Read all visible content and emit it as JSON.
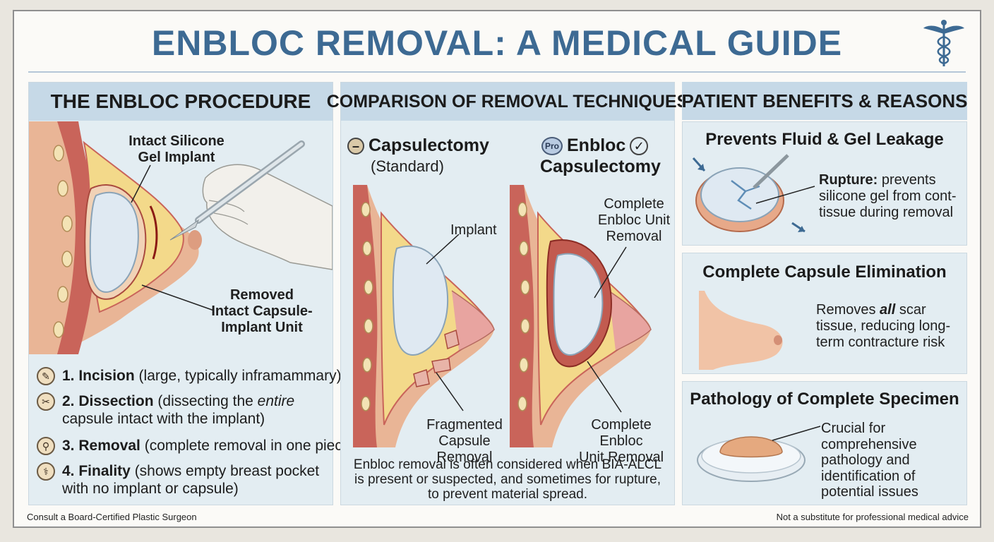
{
  "title": "ENBLOC REMOVAL: A MEDICAL GUIDE",
  "panel1": {
    "header": "THE ENBLOC PROCEDURE",
    "label_implant_line1": "Intact Silicone",
    "label_implant_line2": "Gel Implant",
    "label_removed_line1": "Removed",
    "label_removed_line2": "Intact Capsule-",
    "label_removed_line3": "Implant Unit",
    "steps": [
      {
        "title": "1. Incision",
        "rest": " (large, typically inframammary)",
        "rest2": ""
      },
      {
        "title": "2. Dissection",
        "rest": " (dissecting the ",
        "em": "entire",
        "rest2": "capsule intact with the implant)"
      },
      {
        "title": "3. Removal",
        "rest": " (complete removal in one piece)",
        "rest2": ""
      },
      {
        "title": "4. Finality",
        "rest": " (shows empty breast pocket",
        "rest2": "with no implant or capsule)"
      }
    ]
  },
  "panel2": {
    "header": "COMPARISON OF REMOVAL TECHNIQUES",
    "left_title": "Capsulectomy",
    "left_sub": "(Standard)",
    "right_badge": "Pro",
    "right_title_line1": "Enbloc",
    "right_title_line2": "Capsulectomy",
    "label_implant": "Implant",
    "label_complete_top_line1": "Complete",
    "label_complete_top_line2": "Enbloc Unit",
    "label_complete_top_line3": "Removal",
    "label_fragmented_line1": "Fragmented",
    "label_fragmented_line2": "Capsule Removal",
    "label_complete_bottom_line1": "Complete Enbloc",
    "label_complete_bottom_line2": "Unit Removal",
    "note_line1": "Enbloc removal is often considered when BIA-ALCL",
    "note_line2": "is present or suspected, and sometimes for rupture,",
    "note_line3": "to prevent material spread."
  },
  "panel3": {
    "header": "PATIENT BENEFITS & REASONS",
    "card1_title": "Prevents Fluid & Gel Leakage",
    "card1_bold": "Rupture:",
    "card1_line1": " prevents",
    "card1_line2": "silicone gel from cont-",
    "card1_line3": "tissue during removal",
    "card2_title": "Complete Capsule Elimination",
    "card2_line1_a": "Removes ",
    "card2_line1_em": "all",
    "card2_line1_b": " scar",
    "card2_line2": "tissue, reducing long-",
    "card2_line3": "term contracture risk",
    "card3_title": "Pathology of Complete Specimen",
    "card3_line1": "Crucial for",
    "card3_line2": "comprehensive",
    "card3_line3": "pathology and",
    "card3_line4": "identification of",
    "card3_line5": "potential issues"
  },
  "footer": {
    "left": "Consult a Board-Certified Plastic Surgeon",
    "right": "Not a substitute for professional medical advice"
  },
  "colors": {
    "title": "#3d6a93",
    "panel_bg": "#e3edf2",
    "header_bg": "#c6d9e7",
    "skin": "#e9b596",
    "muscle": "#c9645a",
    "fat": "#f3d98a",
    "implant": "#dfe9f2"
  },
  "icons": [
    "caduceus-icon",
    "scalpel-icon",
    "scissors-icon",
    "minus-icon",
    "check-icon"
  ]
}
